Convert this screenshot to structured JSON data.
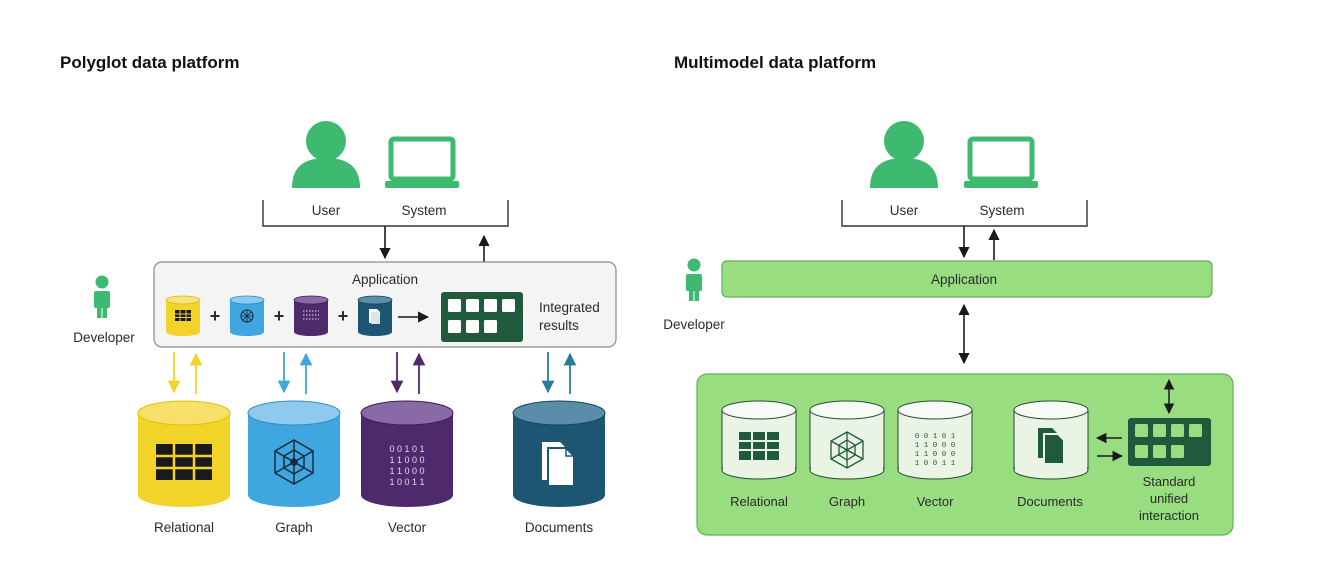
{
  "left": {
    "title": "Polyglot data platform",
    "user_label": "User",
    "system_label": "System",
    "application_label": "Application",
    "developer_label": "Developer",
    "integrated_line1": "Integrated",
    "integrated_line2": "results",
    "plus": "+",
    "databases": [
      "Relational",
      "Graph",
      "Vector",
      "Documents"
    ],
    "vector_bits": [
      "0 0 1 0 1",
      "1 1 0 0 0",
      "1 1 0 0 0",
      "1 0 0 1 1"
    ]
  },
  "right": {
    "title": "Multimodel data platform",
    "user_label": "User",
    "system_label": "System",
    "application_label": "Application",
    "developer_label": "Developer",
    "databases": [
      "Relational",
      "Graph",
      "Vector",
      "Documents"
    ],
    "vector_bits": [
      "0 0 1 0 1",
      "1 1 0 0 0",
      "1 1 0 0 0",
      "1 0 0 1 1"
    ],
    "standard_line1": "Standard",
    "standard_line2": "unified",
    "standard_line3": "interaction"
  },
  "colors": {
    "green": "#3dba6f",
    "light_green": "#98dd7f",
    "dark_green": "#1f5a3c",
    "yellow": "#f2d32a",
    "blue": "#3fa6df",
    "purple": "#4e2a6c",
    "teal": "#1d5673"
  }
}
